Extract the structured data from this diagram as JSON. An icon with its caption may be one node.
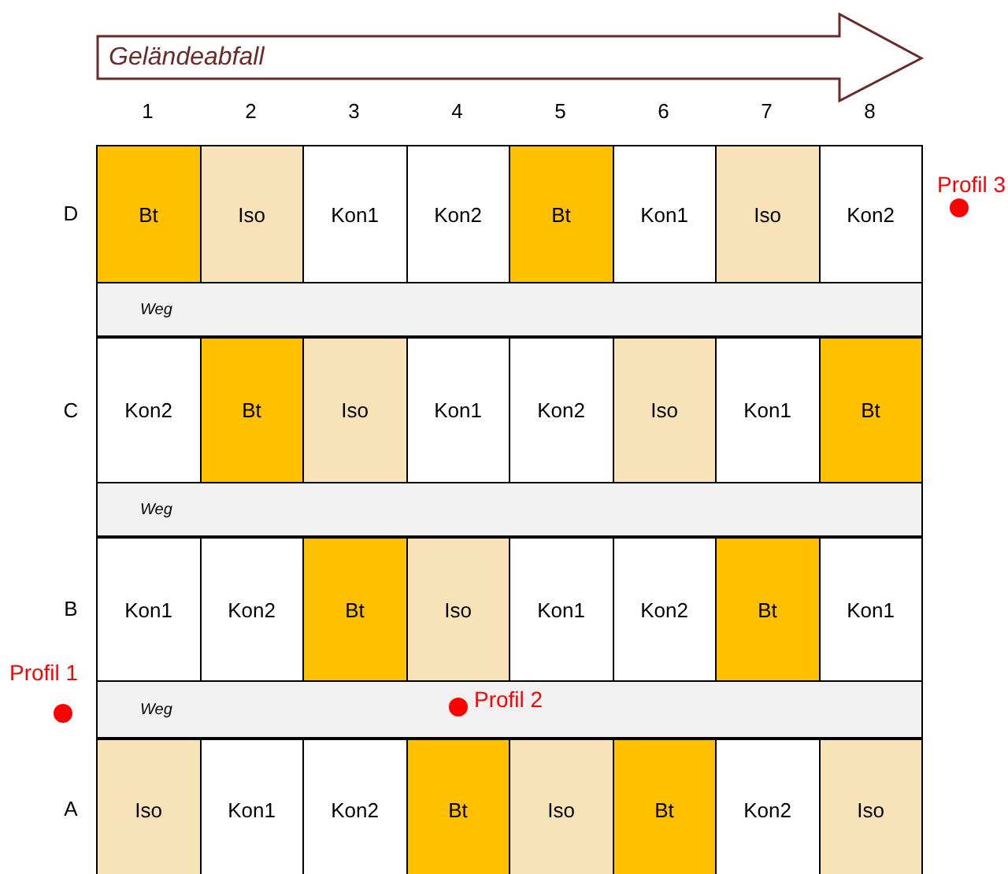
{
  "diagram": {
    "nodes": [
      {
        "text": [
          "Geländeabfall"
        ]
      },
      {
        "text": [
          "Bt"
        ]
      },
      {
        "text": [
          "Iso"
        ]
      },
      {
        "text": [
          "Kon1"
        ]
      },
      {
        "text": [
          "Kon2"
        ]
      },
      {
        "text": [
          "Bt"
        ]
      },
      {
        "text": [
          "Kon1"
        ]
      },
      {
        "text": [
          "Iso"
        ]
      },
      {
        "text": [
          "Kon2"
        ]
      },
      {
        "text": [],
        "shape": "circle",
        "beside": [
          "Profil 3"
        ]
      },
      {
        "text": [
          "Weg"
        ]
      },
      {
        "text": [
          "Kon2"
        ]
      },
      {
        "text": [
          "Bt"
        ]
      },
      {
        "text": [
          "Iso"
        ]
      },
      {
        "text": [
          "Kon1"
        ]
      },
      {
        "text": [
          "Kon2"
        ]
      },
      {
        "text": [
          "Iso"
        ]
      },
      {
        "text": [
          "Kon1"
        ]
      },
      {
        "text": [
          "Bt"
        ]
      },
      {
        "text": [
          "Weg"
        ]
      },
      {
        "text": [
          "Kon1"
        ]
      },
      {
        "text": [
          "Kon2"
        ]
      },
      {
        "text": [
          "Bt"
        ]
      },
      {
        "text": [
          "Iso"
        ]
      },
      {
        "text": [
          "Kon1"
        ]
      },
      {
        "text": [
          "Kon2"
        ]
      },
      {
        "text": [
          "Bt"
        ]
      },
      {
        "text": [
          "Kon1"
        ]
      },
      {
        "text": [],
        "shape": "circle",
        "beside": [
          "Profil 1"
        ]
      },
      {
        "text": [
          "Weg"
        ]
      },
      {
        "text": [],
        "shape": "circle",
        "beside": [
          "Profil 2"
        ],
        "in": 29
      },
      {
        "text": [
          "Iso"
        ]
      },
      {
        "text": [
          "Kon1"
        ]
      },
      {
        "text": [
          "Kon2"
        ]
      },
      {
        "text": [
          "Bt"
        ]
      },
      {
        "text": [
          "Iso"
        ]
      },
      {
        "text": [
          "Bt"
        ]
      },
      {
        "text": [
          "Kon2"
        ]
      },
      {
        "text": [
          "Iso"
        ]
      }
    ],
    "edges": [],
    "labels": [
      "1",
      "2",
      "3",
      "4",
      "5",
      "6",
      "7",
      "8",
      "D",
      "C",
      "B",
      "A"
    ]
  }
}
